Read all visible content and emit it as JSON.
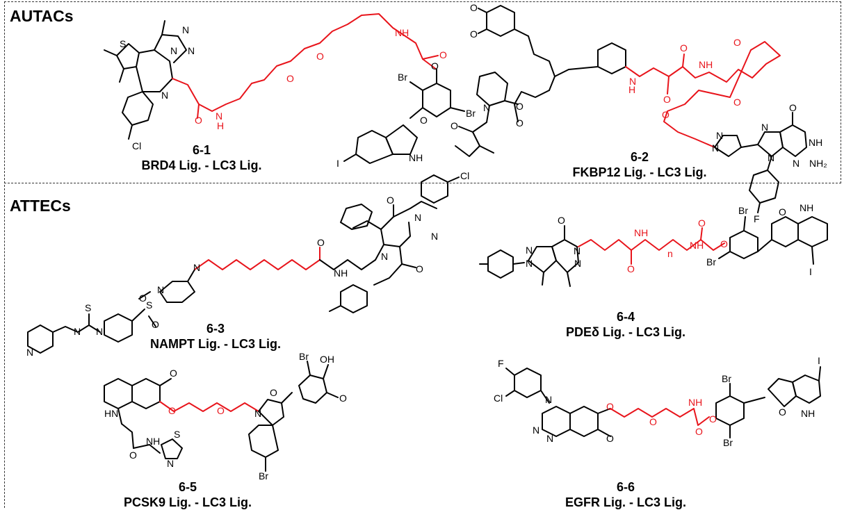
{
  "panels": {
    "top_title": "AUTACs",
    "bottom_title": "ATTECs"
  },
  "compounds": [
    {
      "id": "6-1",
      "description": "BRD4 Lig. - LC3 Lig."
    },
    {
      "id": "6-2",
      "description": "FKBP12 Lig. - LC3 Lig."
    },
    {
      "id": "6-3",
      "description": "NAMPT Lig. - LC3 Lig."
    },
    {
      "id": "6-4",
      "description": "PDEδ Lig. - LC3 Lig."
    },
    {
      "id": "6-5",
      "description": "PCSK9 Lig. - LC3 Lig."
    },
    {
      "id": "6-6",
      "description": "EGFR Lig. - LC3 Lig."
    }
  ],
  "atoms": {
    "s": "S",
    "n": "N",
    "cl": "Cl",
    "o": "O",
    "nh": "NH",
    "h": "H",
    "br": "Br",
    "i": "I",
    "f": "F",
    "nh2": "NH₂",
    "hn": "HN",
    "oh": "OH",
    "sub_n": "n"
  },
  "colors": {
    "linker": "#e8141b",
    "bonds": "#000000"
  }
}
